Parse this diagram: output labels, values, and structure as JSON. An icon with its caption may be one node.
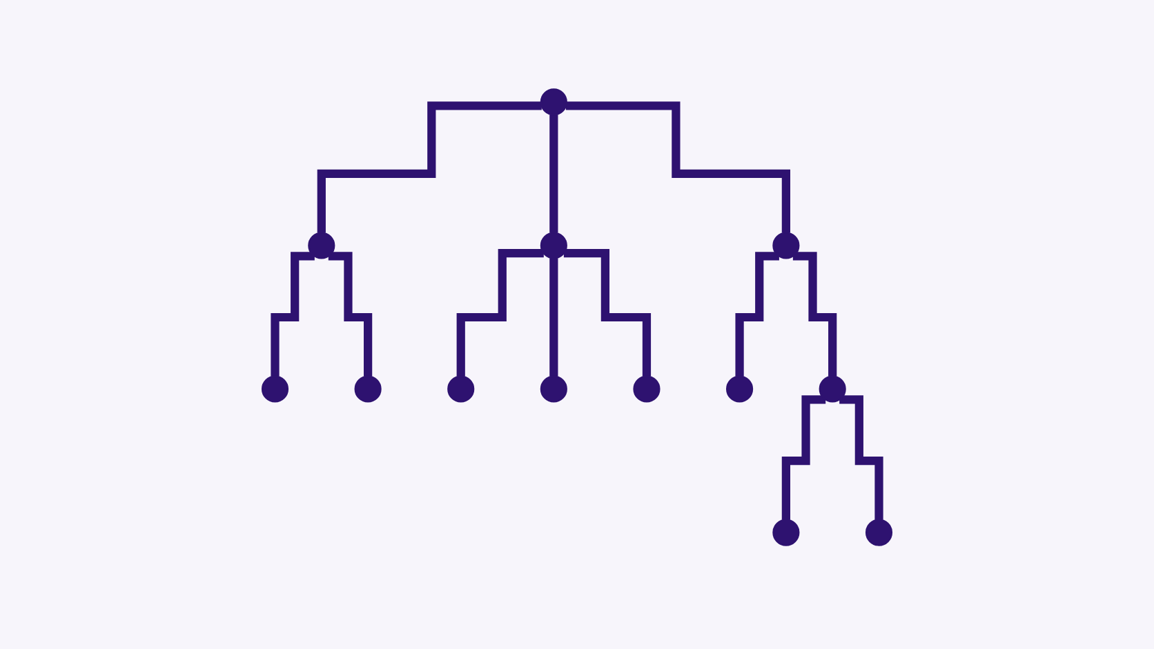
{
  "diagram": {
    "nodes": [
      {
        "text": [],
        "shape": "circle"
      },
      {
        "text": [],
        "shape": "circle"
      },
      {
        "text": [],
        "shape": "circle"
      },
      {
        "text": [],
        "shape": "circle"
      },
      {
        "text": [],
        "shape": "circle"
      },
      {
        "text": [],
        "shape": "circle"
      },
      {
        "text": [],
        "shape": "circle"
      },
      {
        "text": [],
        "shape": "circle"
      },
      {
        "text": [],
        "shape": "circle"
      },
      {
        "text": [],
        "shape": "circle"
      },
      {
        "text": [],
        "shape": "circle"
      },
      {
        "text": [],
        "shape": "circle"
      },
      {
        "text": [],
        "shape": "circle"
      }
    ],
    "edges": [
      {
        "from": 0,
        "to": 1,
        "arrow": "none"
      },
      {
        "from": 0,
        "to": 2,
        "arrow": "none"
      },
      {
        "from": 0,
        "to": 3,
        "arrow": "none"
      },
      {
        "from": 1,
        "to": 4,
        "arrow": "none"
      },
      {
        "from": 1,
        "to": 5,
        "arrow": "none"
      },
      {
        "from": 2,
        "to": 6,
        "arrow": "none"
      },
      {
        "from": 2,
        "to": 7,
        "arrow": "none"
      },
      {
        "from": 2,
        "to": 8,
        "arrow": "none"
      },
      {
        "from": 3,
        "to": 9,
        "arrow": "none"
      },
      {
        "from": 3,
        "to": 10,
        "arrow": "none"
      },
      {
        "from": 10,
        "to": 11,
        "arrow": "none"
      },
      {
        "from": 10,
        "to": 12,
        "arrow": "none"
      }
    ]
  }
}
